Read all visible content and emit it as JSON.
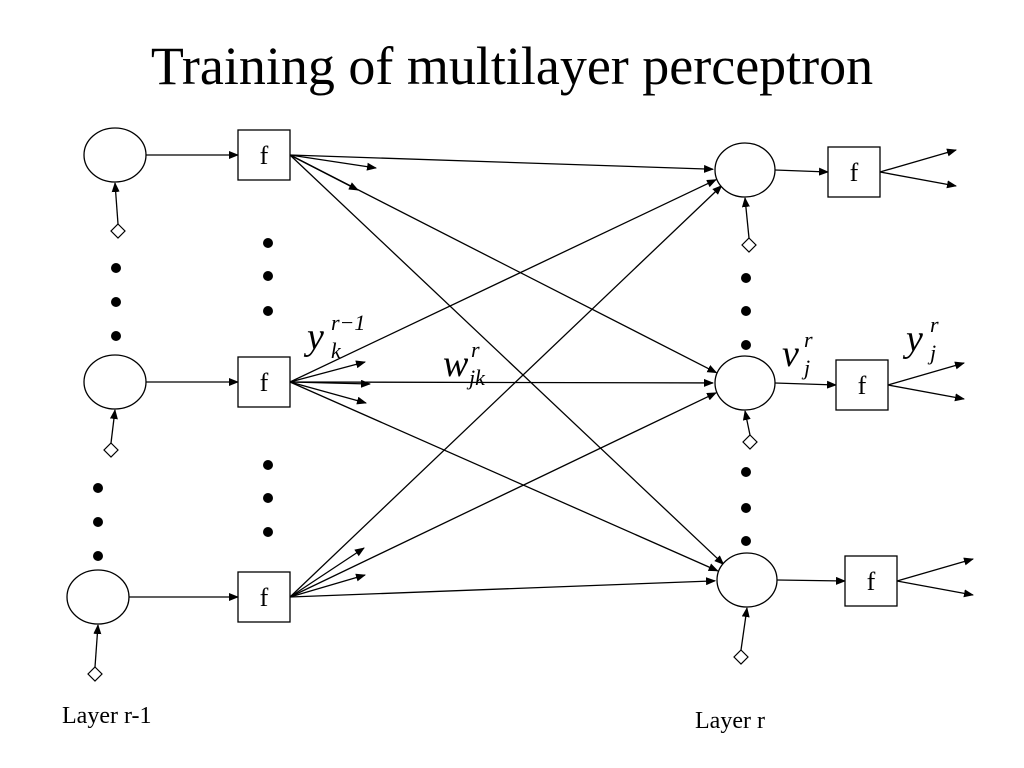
{
  "title": "Training of multilayer perceptron",
  "function_label": "f",
  "layer_labels": {
    "left": "Layer r-1",
    "right": "Layer r"
  },
  "math_labels": {
    "y_in": {
      "base": "y",
      "sup": "r−1",
      "sub": "k"
    },
    "w": {
      "base": "w",
      "sup": "r",
      "sub": "jk"
    },
    "v": {
      "base": "v",
      "sup": "r",
      "sub": "j"
    },
    "y_out": {
      "base": "y",
      "sup": "r",
      "sub": "j"
    }
  }
}
